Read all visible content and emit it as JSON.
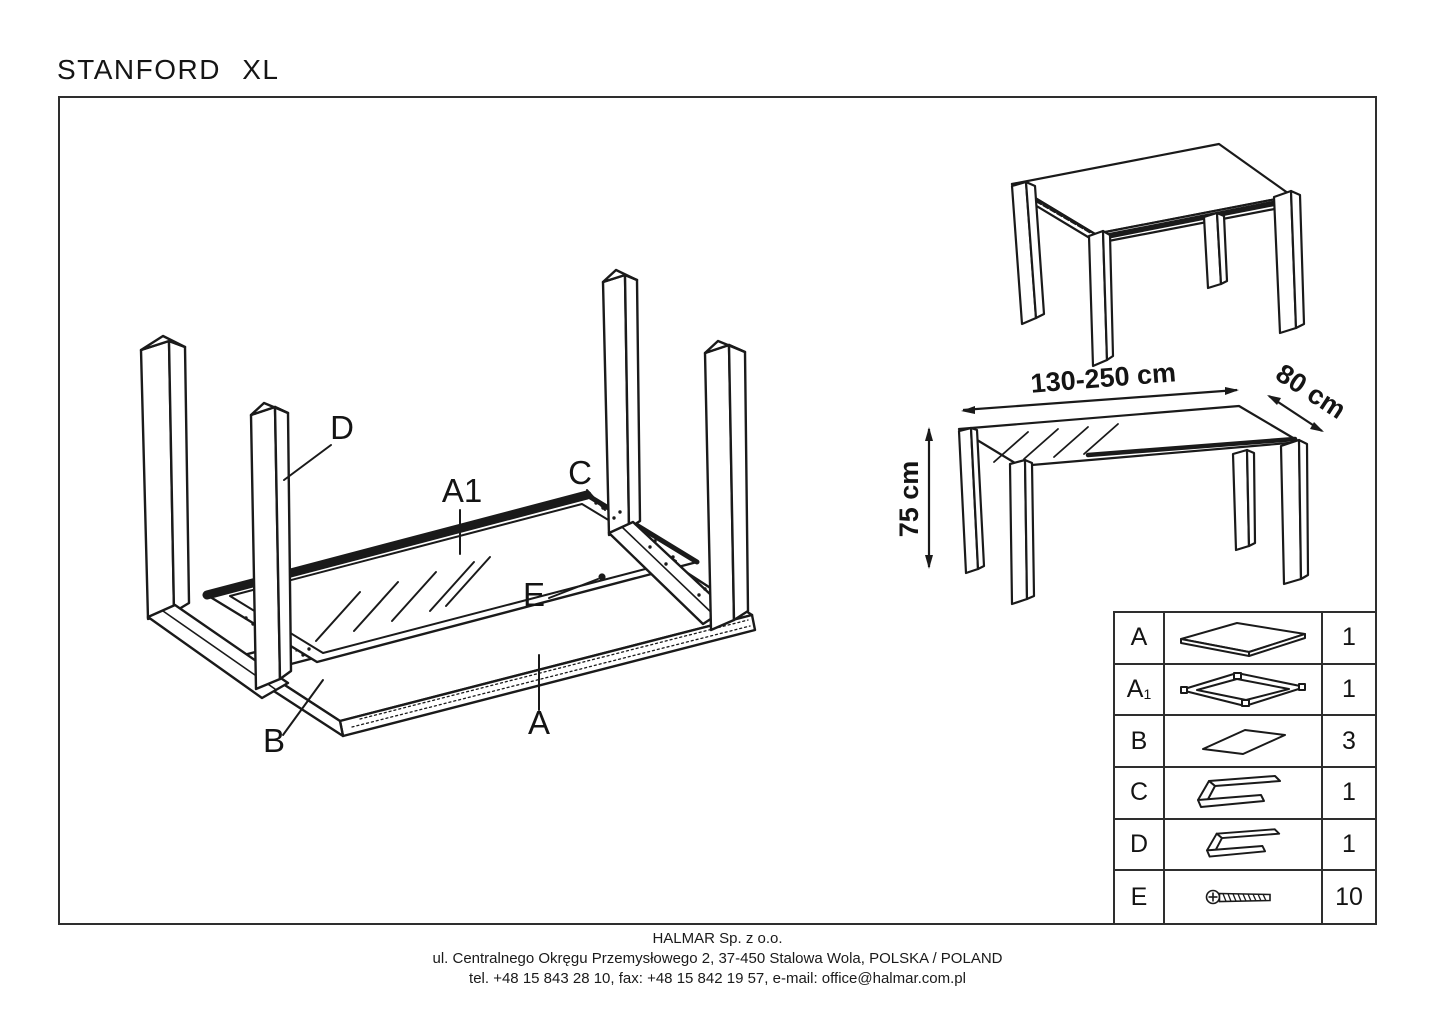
{
  "title": "STANFORD XL",
  "diagram": {
    "labels": {
      "a": "A",
      "a1": "A1",
      "b": "B",
      "c": "C",
      "d": "D",
      "e": "E"
    },
    "dimensions": {
      "length": "130-250 cm",
      "width": "80 cm",
      "height": "75 cm"
    },
    "line_color": "#1a1a1a"
  },
  "parts_table": {
    "rows": [
      {
        "label": "A",
        "sub": "",
        "icon": "tabletop-panel-icon",
        "qty": "1"
      },
      {
        "label": "A",
        "sub": "1",
        "icon": "tabletop-frame-icon",
        "qty": "1"
      },
      {
        "label": "B",
        "sub": "",
        "icon": "extension-panel-icon",
        "qty": "3"
      },
      {
        "label": "C",
        "sub": "",
        "icon": "leg-frame-icon",
        "qty": "1"
      },
      {
        "label": "D",
        "sub": "",
        "icon": "leg-frame-icon",
        "qty": "1"
      },
      {
        "label": "E",
        "sub": "",
        "icon": "screw-icon",
        "qty": "10"
      }
    ]
  },
  "footer": {
    "company": "HALMAR Sp. z o.o.",
    "address": "ul. Centralnego Okręgu Przemysłowego 2, 37-450 Stalowa Wola, POLSKA / POLAND",
    "contact": "tel. +48 15 843 28 10, fax: +48 15 842 19 57, e-mail: office@halmar.com.pl"
  }
}
